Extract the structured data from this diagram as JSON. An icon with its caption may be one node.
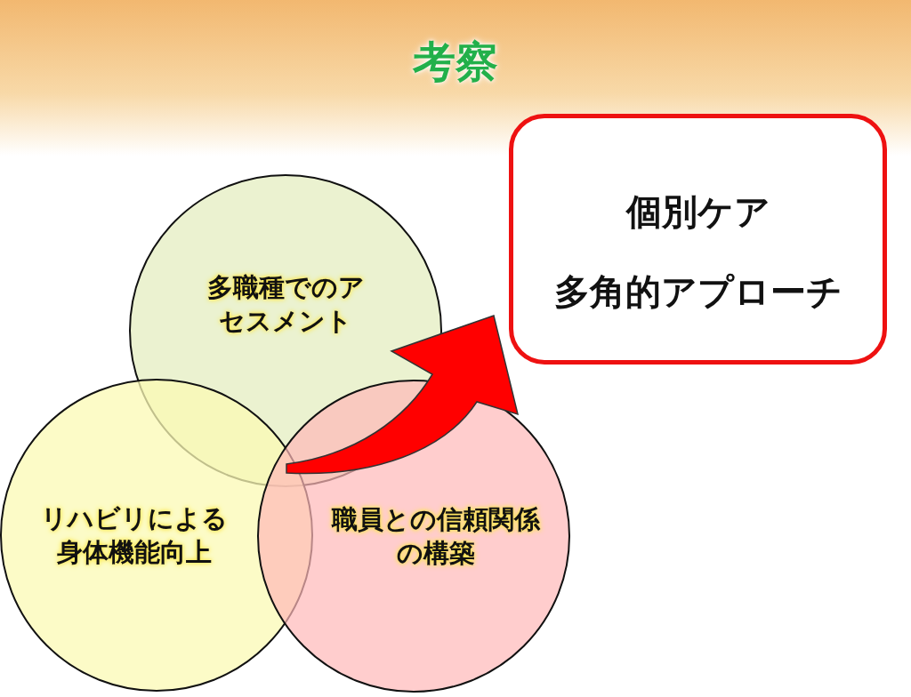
{
  "diagram": {
    "title": "考察",
    "nodes": [
      {
        "text": [
          "多職種でのアセスメント"
        ]
      },
      {
        "text": [
          "リハビリによる身体機能向上"
        ]
      },
      {
        "text": [
          "職員との信頼関係の構築"
        ]
      },
      {
        "text": [
          "個別ケア",
          "多角的アプローチ"
        ]
      }
    ],
    "edges": [
      {
        "from": null,
        "to": 3,
        "arrow": "to",
        "style": "thick"
      }
    ]
  }
}
